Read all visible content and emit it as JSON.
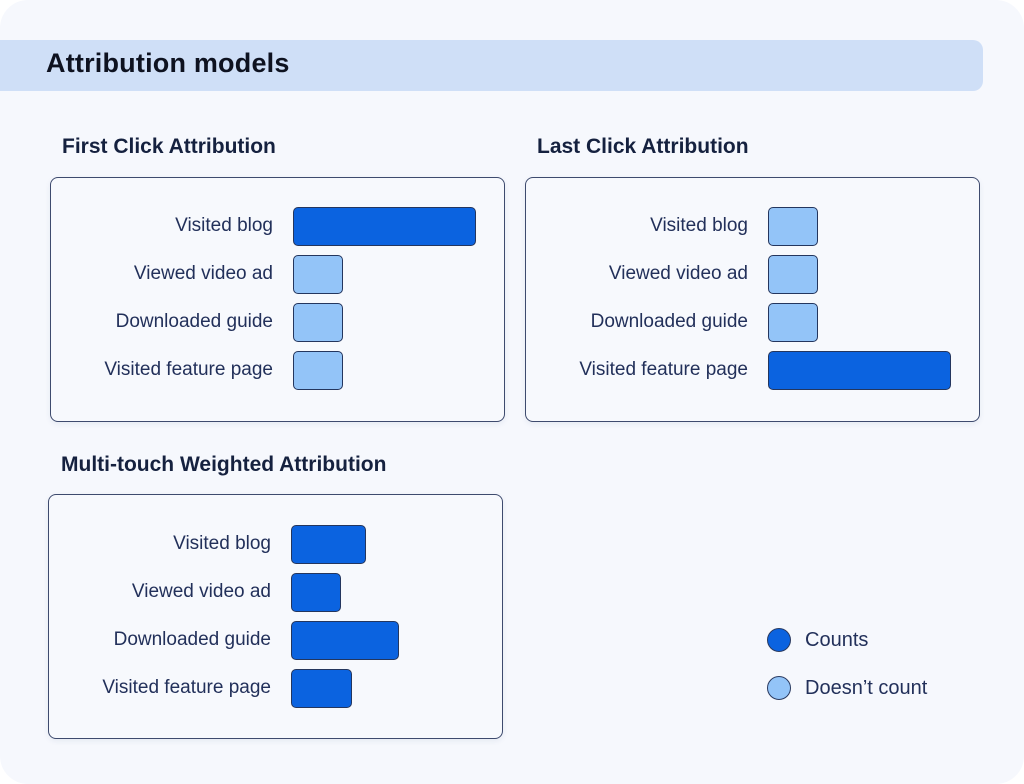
{
  "header": {
    "title": "Attribution models"
  },
  "colors": {
    "counts": "#0b63e0",
    "doesnt_count": "#93c4f8",
    "header_band": "#cfdff7",
    "background": "#f6f8fd",
    "border": "#3e4b6e"
  },
  "legend": {
    "items": [
      {
        "label": "Counts",
        "color": "#0b63e0"
      },
      {
        "label": "Doesn’t count",
        "color": "#93c4f8"
      }
    ]
  },
  "panels": [
    {
      "title": "First Click Attribution",
      "rows": [
        {
          "label": "Visited blog",
          "width": 183,
          "counts": true
        },
        {
          "label": "Viewed video ad",
          "width": 50,
          "counts": false
        },
        {
          "label": "Downloaded guide",
          "width": 50,
          "counts": false
        },
        {
          "label": "Visited feature page",
          "width": 50,
          "counts": false
        }
      ]
    },
    {
      "title": "Last Click Attribution",
      "rows": [
        {
          "label": "Visited blog",
          "width": 50,
          "counts": false
        },
        {
          "label": "Viewed video ad",
          "width": 50,
          "counts": false
        },
        {
          "label": "Downloaded guide",
          "width": 50,
          "counts": false
        },
        {
          "label": "Visited feature page",
          "width": 183,
          "counts": true
        }
      ]
    },
    {
      "title": "Multi-touch Weighted Attribution",
      "rows": [
        {
          "label": "Visited blog",
          "width": 75,
          "counts": true
        },
        {
          "label": "Viewed video ad",
          "width": 50,
          "counts": true
        },
        {
          "label": "Downloaded guide",
          "width": 108,
          "counts": true
        },
        {
          "label": "Visited feature page",
          "width": 61,
          "counts": true
        }
      ]
    }
  ],
  "chart_data": [
    {
      "type": "bar",
      "orientation": "horizontal",
      "title": "First Click Attribution",
      "categories": [
        "Visited blog",
        "Viewed video ad",
        "Downloaded guide",
        "Visited feature page"
      ],
      "values": [
        100,
        0,
        0,
        0
      ],
      "status": [
        "Counts",
        "Doesn’t count",
        "Doesn’t count",
        "Doesn’t count"
      ],
      "xlabel": "",
      "ylabel": "",
      "grid": false,
      "legend_position": "bottom-right"
    },
    {
      "type": "bar",
      "orientation": "horizontal",
      "title": "Last Click Attribution",
      "categories": [
        "Visited blog",
        "Viewed video ad",
        "Downloaded guide",
        "Visited feature page"
      ],
      "values": [
        0,
        0,
        0,
        100
      ],
      "status": [
        "Doesn’t count",
        "Doesn’t count",
        "Doesn’t count",
        "Counts"
      ],
      "xlabel": "",
      "ylabel": "",
      "grid": false,
      "legend_position": "bottom-right"
    },
    {
      "type": "bar",
      "orientation": "horizontal",
      "title": "Multi-touch Weighted Attribution",
      "categories": [
        "Visited blog",
        "Viewed video ad",
        "Downloaded guide",
        "Visited feature page"
      ],
      "values": [
        25,
        17,
        37,
        21
      ],
      "status": [
        "Counts",
        "Counts",
        "Counts",
        "Counts"
      ],
      "xlabel": "",
      "ylabel": "",
      "grid": false,
      "legend_position": "bottom-right"
    }
  ]
}
